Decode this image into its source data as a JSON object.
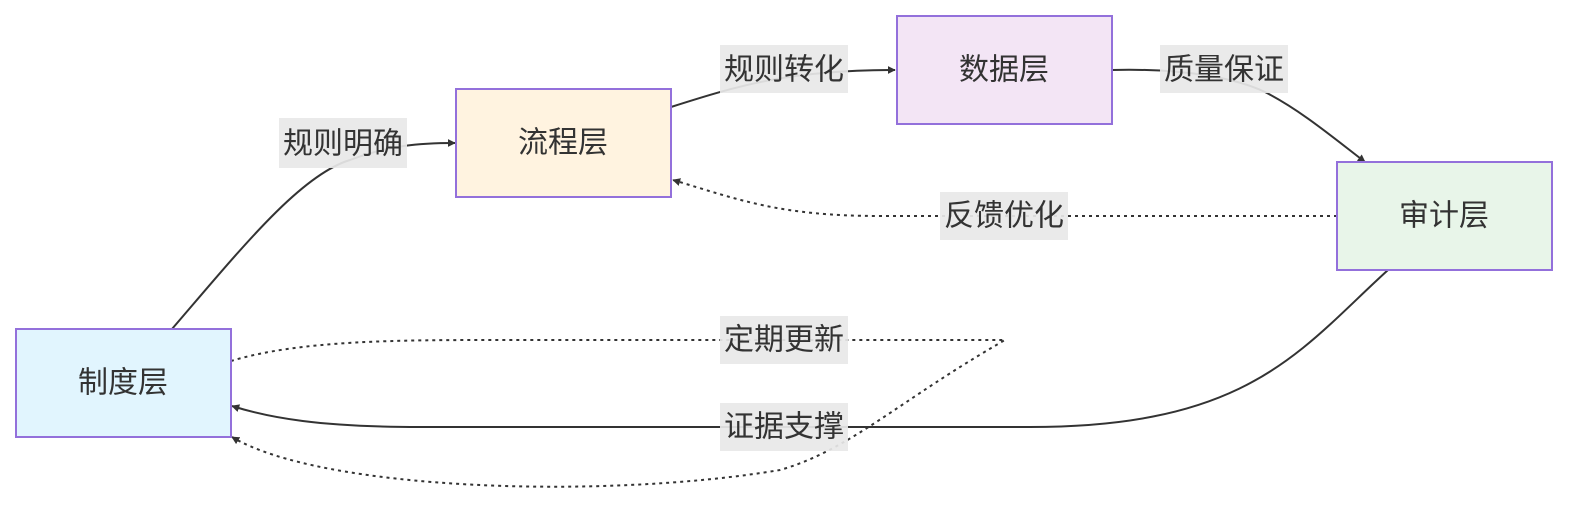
{
  "nodes": {
    "system": {
      "label": "制度层",
      "fill": "#e1f5fe"
    },
    "process": {
      "label": "流程层",
      "fill": "#fff3e0"
    },
    "data": {
      "label": "数据层",
      "fill": "#f3e5f5"
    },
    "audit": {
      "label": "审计层",
      "fill": "#e8f5e9"
    }
  },
  "edges": {
    "rule_clarify": {
      "label": "规则明确",
      "style": "solid"
    },
    "rule_convert": {
      "label": "规则转化",
      "style": "solid"
    },
    "quality": {
      "label": "质量保证",
      "style": "solid"
    },
    "feedback": {
      "label": "反馈优化",
      "style": "dotted"
    },
    "update": {
      "label": "定期更新",
      "style": "dotted"
    },
    "evidence": {
      "label": "证据支撑",
      "style": "solid"
    }
  },
  "colors": {
    "node_border": "#9370db",
    "edge": "#333333",
    "label_background": "#e8e8e8",
    "text": "#333333"
  }
}
